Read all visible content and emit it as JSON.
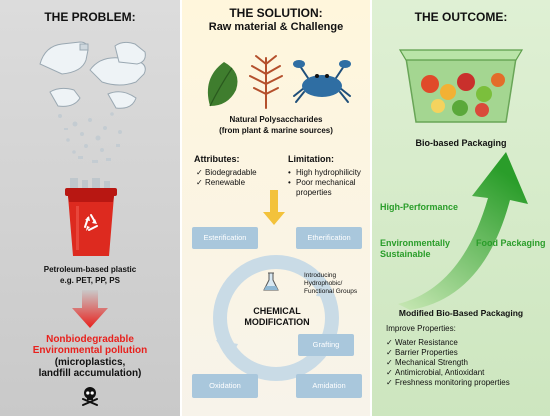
{
  "problem": {
    "title": "THE PROBLEM:",
    "plastic_label": "Petroleum-based plastic",
    "plastic_examples": "e.g. PET, PP, PS",
    "pollution_line1": "Nonbiodegradable",
    "pollution_line2": "Environmental pollution",
    "detail_line1": "(microplastics,",
    "detail_line2": "landfill accumulation)"
  },
  "solution": {
    "title": "THE SOLUTION:",
    "subtitle": "Raw material & Challenge",
    "source_line1": "Natural Polysaccharides",
    "source_line2": "(from plant & marine sources)",
    "attributes_title": "Attributes:",
    "attributes": [
      "Biodegradable",
      "Renewable"
    ],
    "limitation_title": "Limitation:",
    "limitations": [
      "High hydrophilicity",
      "Poor mechanical properties"
    ],
    "center_line1": "CHEMICAL",
    "center_line2": "MODIFICATION",
    "methods": {
      "esterification": "Esterification",
      "etherification": "Etherification",
      "introducing": "Introducing Hydrophobic/ Functional Groups",
      "grafting": "Grafting",
      "oxidation": "Oxidation",
      "amidation": "Amidation"
    }
  },
  "outcome": {
    "title": "THE OUTCOME:",
    "packaging_label": "Bio-based Packaging",
    "high_performance": "High-Performance",
    "env_line1": "Environmentally",
    "env_line2": "Sustainable",
    "food_packaging": "Food Packaging",
    "modified_title": "Modified Bio-Based Packaging",
    "improve_title": "Improve Properties:",
    "properties": [
      "Water Resistance",
      "Barrier Properties",
      "Mechanical Strength",
      "Antimicrobial, Antioxidant",
      "Freshness monitoring properties"
    ]
  },
  "colors": {
    "alert_red": "#e8211d",
    "green": "#2a9d2a",
    "method_blue": "#a9c7dc",
    "arrow_orange": "#f3c23b"
  },
  "icons": [
    "recycle-icon",
    "leaf-icon",
    "seaweed-icon",
    "crab-icon",
    "flask-icon",
    "skull-crossbones-icon",
    "food-container-icon"
  ]
}
